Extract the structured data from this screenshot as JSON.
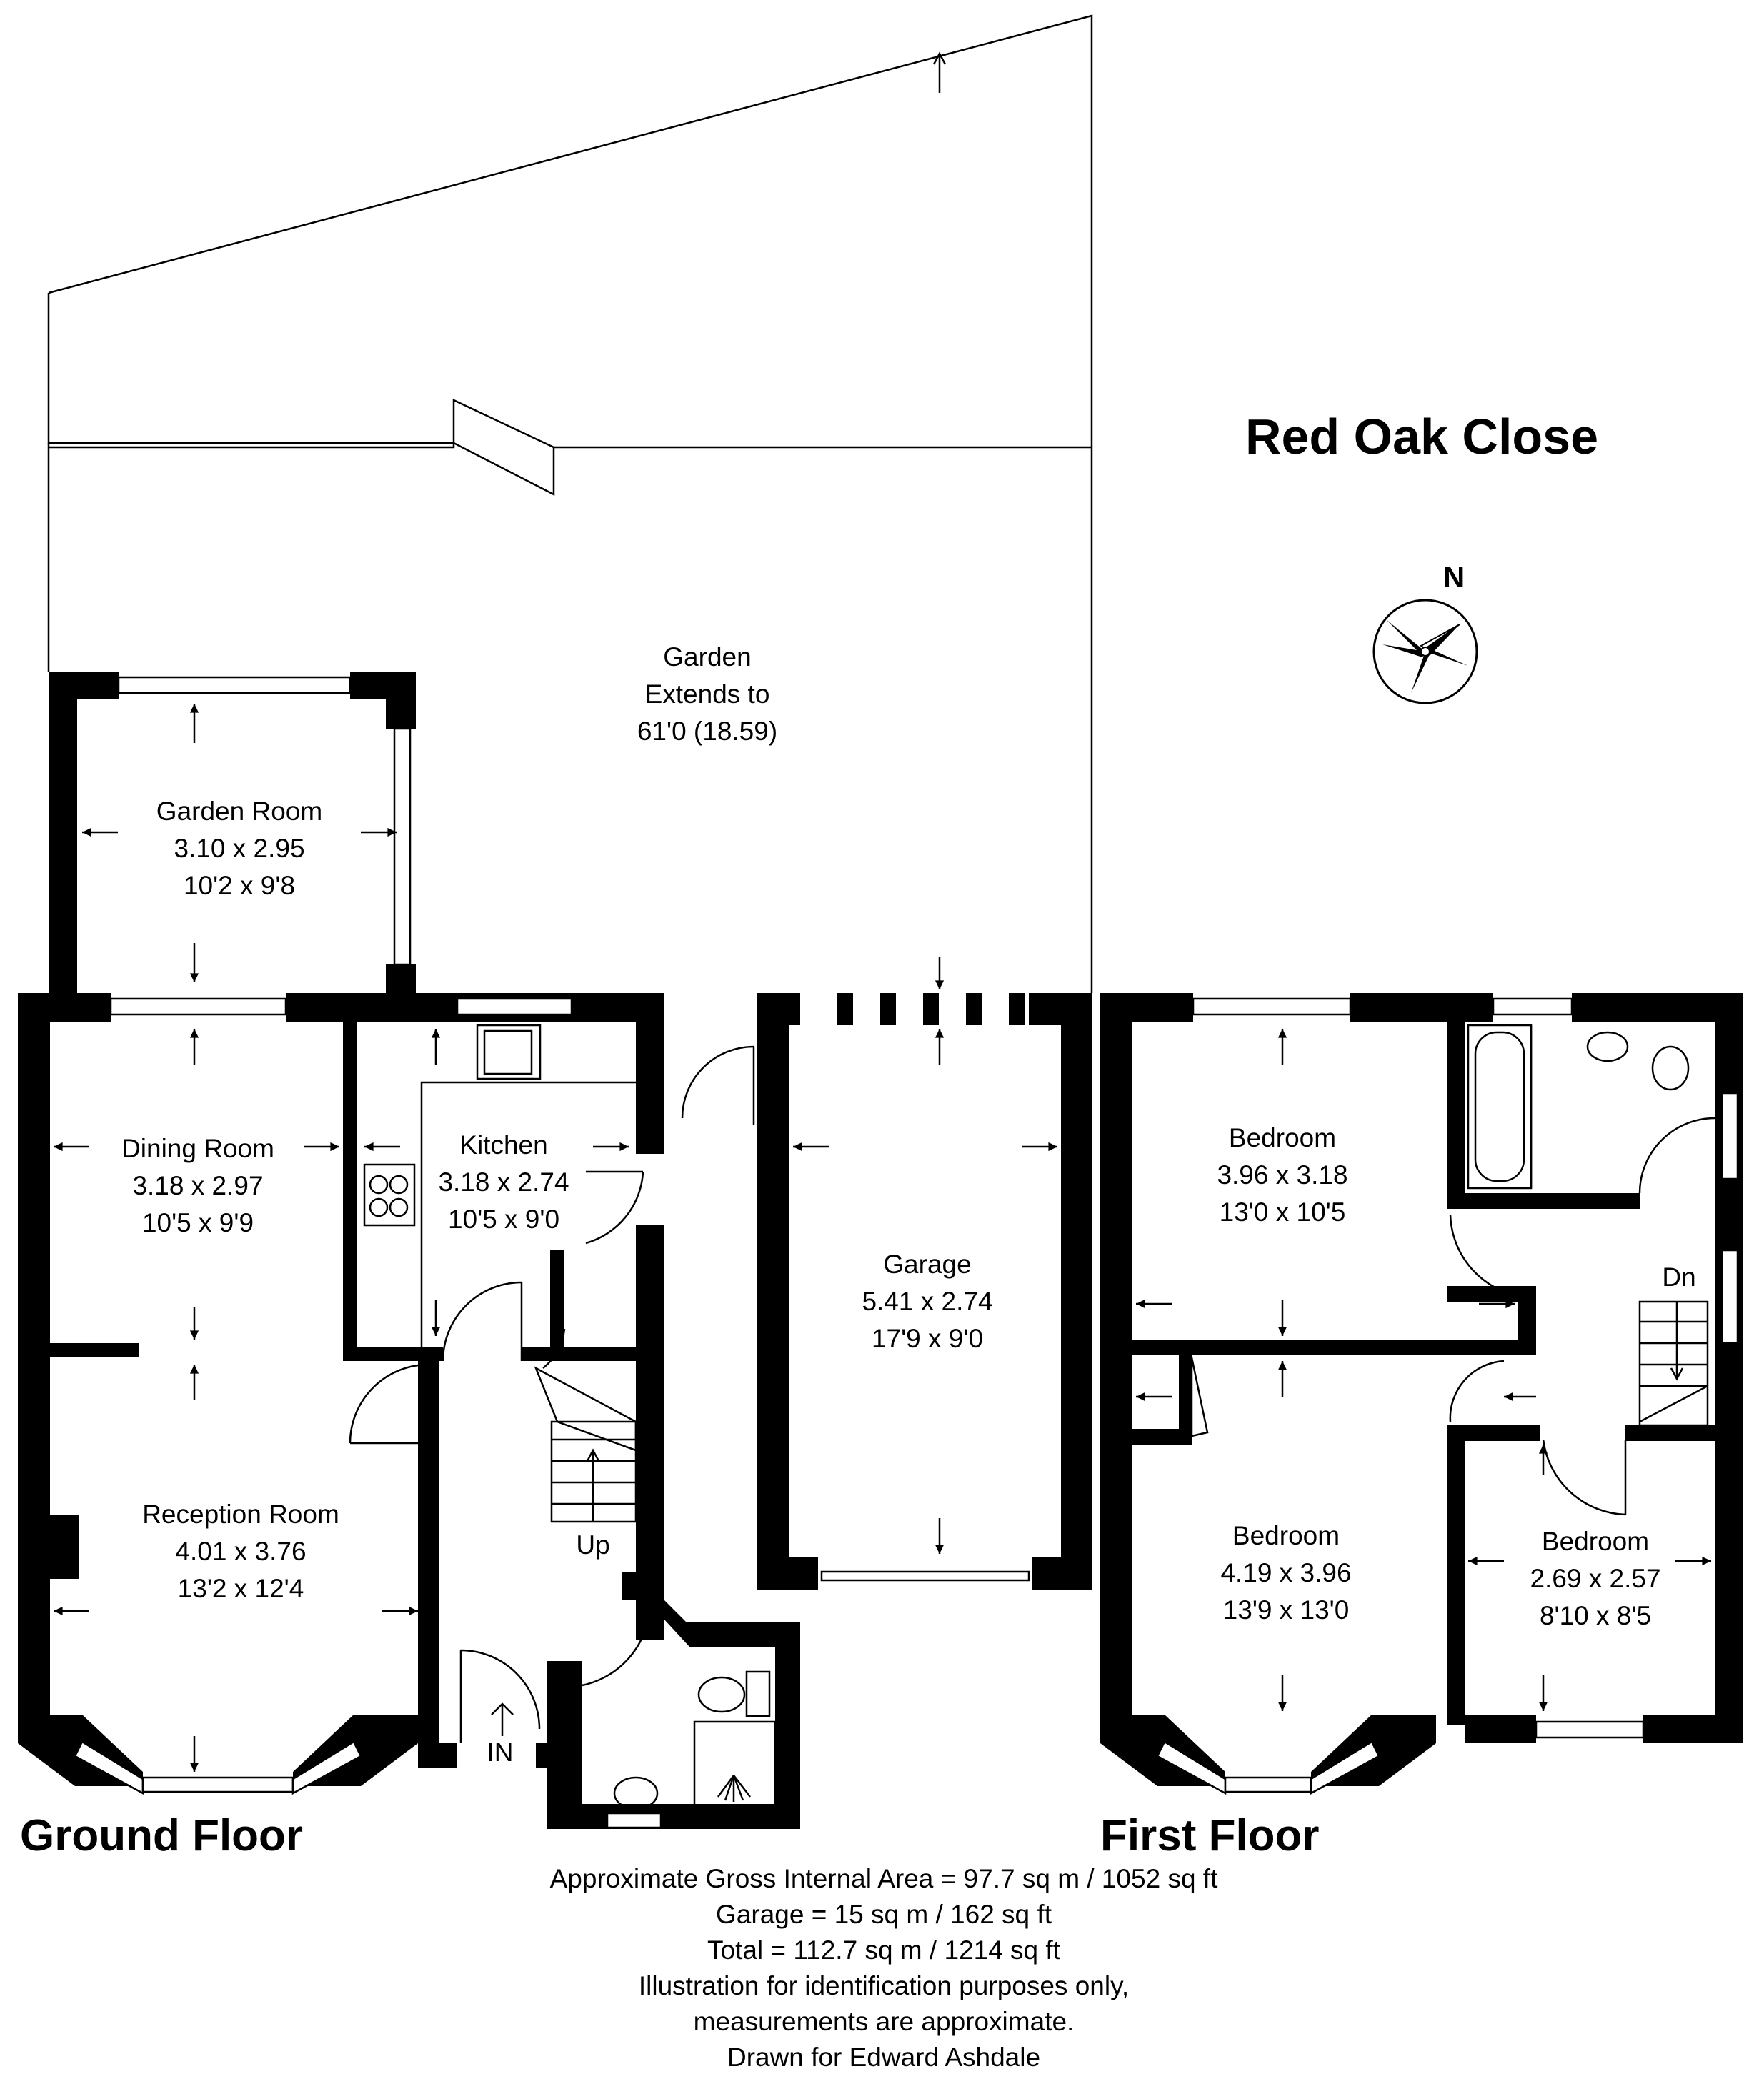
{
  "street_name": "Red Oak Close",
  "compass": {
    "letter": "N"
  },
  "floors": {
    "ground": {
      "label": "Ground Floor"
    },
    "first": {
      "label": "First Floor"
    }
  },
  "rooms": {
    "garden": {
      "name": "Garden",
      "line2": "Extends to",
      "line3": "61'0 (18.59)"
    },
    "garden_room": {
      "name": "Garden Room",
      "metric": "3.10 x 2.95",
      "imperial": "10'2 x 9'8"
    },
    "dining_room": {
      "name": "Dining Room",
      "metric": "3.18 x 2.97",
      "imperial": "10'5 x 9'9"
    },
    "kitchen": {
      "name": "Kitchen",
      "metric": "3.18 x 2.74",
      "imperial": "10'5 x 9'0"
    },
    "garage": {
      "name": "Garage",
      "metric": "5.41 x 2.74",
      "imperial": "17'9 x 9'0"
    },
    "reception_room": {
      "name": "Reception Room",
      "metric": "4.01 x 3.76",
      "imperial": "13'2 x 12'4"
    },
    "bedroom_1": {
      "name": "Bedroom",
      "metric": "3.96 x 3.18",
      "imperial": "13'0 x 10'5"
    },
    "bedroom_2": {
      "name": "Bedroom",
      "metric": "4.19 x 3.96",
      "imperial": "13'9 x 13'0"
    },
    "bedroom_3": {
      "name": "Bedroom",
      "metric": "2.69 x 2.57",
      "imperial": "8'10 x 8'5"
    }
  },
  "markers": {
    "up": "Up",
    "down": "Dn",
    "entrance": "IN"
  },
  "footer": {
    "line1": "Approximate Gross Internal Area = 97.7 sq m / 1052 sq ft",
    "line2": "Garage = 15 sq m / 162 sq ft",
    "line3": "Total = 112.7 sq m / 1214 sq ft",
    "line4": "Illustration for identification purposes only,",
    "line5": "measurements are approximate.",
    "line6": "Drawn for Edward Ashdale"
  }
}
